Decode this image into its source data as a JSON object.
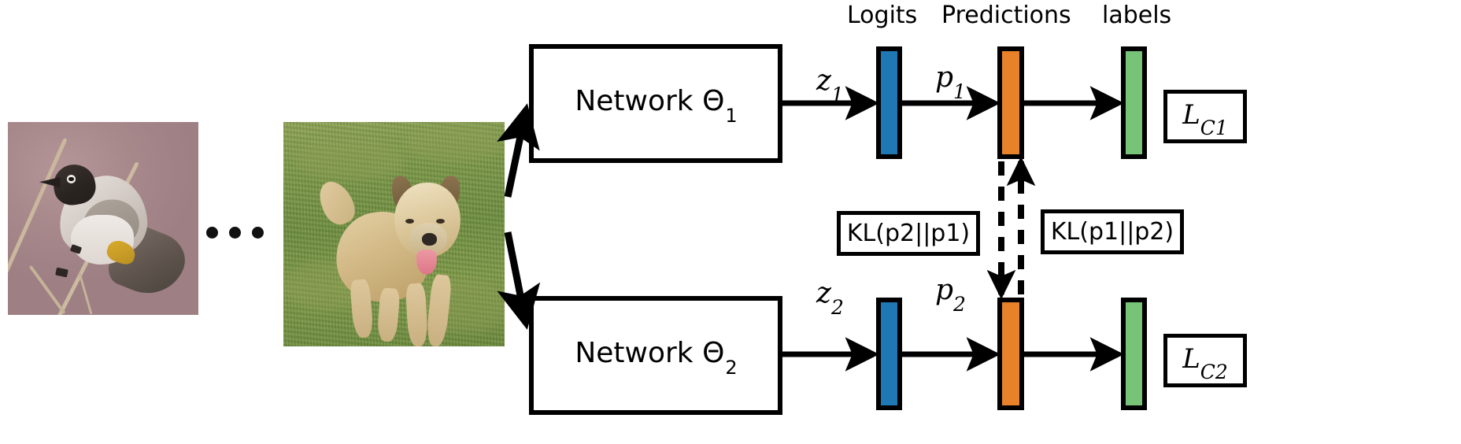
{
  "diagram": {
    "title": "Deep Mutual Learning two-network architecture",
    "column_headers": [
      {
        "id": "logits",
        "label": "Logits"
      },
      {
        "id": "predictions",
        "label": "Predictions"
      },
      {
        "id": "labels",
        "label": "labels"
      }
    ],
    "inputs": [
      {
        "id": "bird-image",
        "alt": "Photo of a bird perched on a thorny branch"
      },
      {
        "id": "ellipsis",
        "alt": "ellipsis indicating more images"
      },
      {
        "id": "dog-image",
        "alt": "Photo of a terrier puppy running on grass"
      }
    ],
    "branches": [
      {
        "id": "branch-1",
        "network_label_prefix": "Network Θ",
        "network_label_sub": "1",
        "logit_label_base": "z",
        "logit_label_sub": "1",
        "pred_label_base": "p",
        "pred_label_sub": "1",
        "loss_label_base": "L",
        "loss_label_sub": "C1"
      },
      {
        "id": "branch-2",
        "network_label_prefix": "Network Θ",
        "network_label_sub": "2",
        "logit_label_base": "z",
        "logit_label_sub": "2",
        "pred_label_base": "p",
        "pred_label_sub": "2",
        "loss_label_base": "L",
        "loss_label_sub": "C2"
      }
    ],
    "kl_terms": [
      {
        "id": "kl-left",
        "label": "KL(p2||p1)"
      },
      {
        "id": "kl-right",
        "label": "KL(p1||p2)"
      }
    ],
    "colors": {
      "logits_bar": "#1f77b4",
      "predictions_bar": "#e8822a",
      "labels_bar": "#77c378",
      "outline": "#000000",
      "background": "#ffffff"
    }
  }
}
